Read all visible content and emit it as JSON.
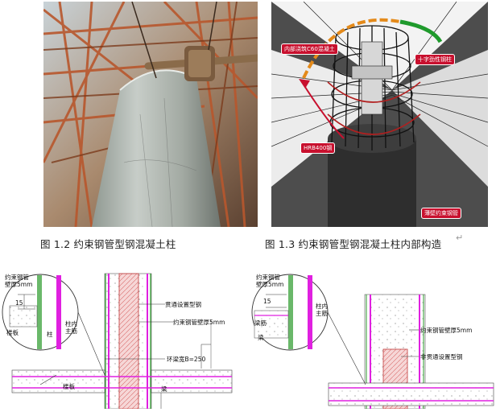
{
  "photo1": {
    "alt": "steel tube column with scaffolding"
  },
  "photo2": {
    "labels": {
      "inner_concrete": "内部浇筑C60混凝土",
      "cross_steel": "十字劲性钢柱",
      "hrb_bar": "HRB400钢",
      "thin_tube": "薄壁约束钢管"
    }
  },
  "captions": {
    "fig12": "图 1.2  约束钢管型钢混凝土柱",
    "fig13": "图 1.3  约束钢管型钢混凝土柱内部构造"
  },
  "drawing_left": {
    "detail": {
      "tube_wall": "约束钢管\n壁厚5mm",
      "dim": "15",
      "slab": "楼板",
      "column": "柱",
      "inner_bar": "柱内\n主筋"
    },
    "notes": {
      "through_steel": "贯通设置型钢",
      "tube_wall": "约束钢管壁厚5mm",
      "ring_beam": "环梁宽B=250",
      "slab": "楼板",
      "beam": "梁"
    }
  },
  "drawing_right": {
    "detail": {
      "tube_wall": "约束钢管\n壁厚5mm",
      "dim": "15",
      "beam_bar": "梁筋",
      "beam": "梁",
      "inner_bar": "柱内\n主筋"
    },
    "notes": {
      "tube_wall": "约束钢管壁厚5mm",
      "non_through_steel": "非贯通设置型钢"
    }
  }
}
